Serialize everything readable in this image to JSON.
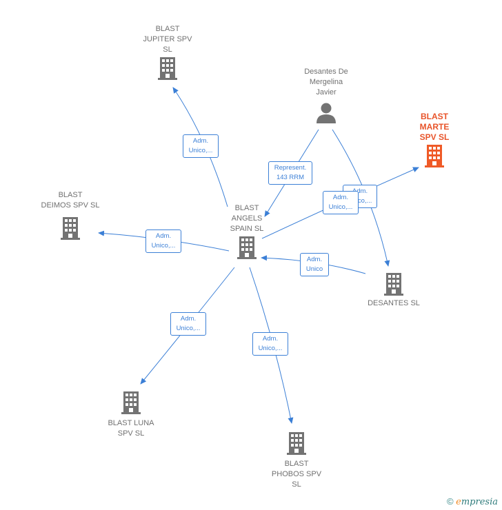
{
  "colors": {
    "edge": "#3b7fd6",
    "node": "#737373",
    "highlight": "#ef5a27"
  },
  "nodes": {
    "jupiter": {
      "label": "BLAST\nJUPITER SPV\nSL",
      "icon": "building-icon"
    },
    "marte": {
      "label": "BLAST\nMARTE\nSPV  SL",
      "icon": "building-icon"
    },
    "deimos": {
      "label": "BLAST\nDEIMOS SPV  SL",
      "icon": "building-icon"
    },
    "angels": {
      "label": "BLAST\nANGELS\nSPAIN  SL",
      "icon": "building-icon"
    },
    "desantes_person": {
      "label": "Desantes De\nMergelina\nJavier",
      "icon": "person-icon"
    },
    "desantes": {
      "label": "DESANTES  SL",
      "icon": "building-icon"
    },
    "luna": {
      "label": "BLAST LUNA\nSPV  SL",
      "icon": "building-icon"
    },
    "phobos": {
      "label": "BLAST\nPHOBOS SPV\nSL",
      "icon": "building-icon"
    }
  },
  "edge_labels": {
    "jupiter": "Adm.\nUnico,...",
    "represent": "Represent.\n143 RRM",
    "marte_back": "Adm.\nUnico,...",
    "marte_front": "Adm.\nUnico,...",
    "deimos": "Adm.\nUnico,...",
    "desantes": "Adm.\nUnico",
    "luna": "Adm.\nUnico,...",
    "phobos": "Adm.\nUnico,..."
  },
  "footer": {
    "copyright": "©",
    "brand_e": "e",
    "brand_rest": "mpresia"
  }
}
